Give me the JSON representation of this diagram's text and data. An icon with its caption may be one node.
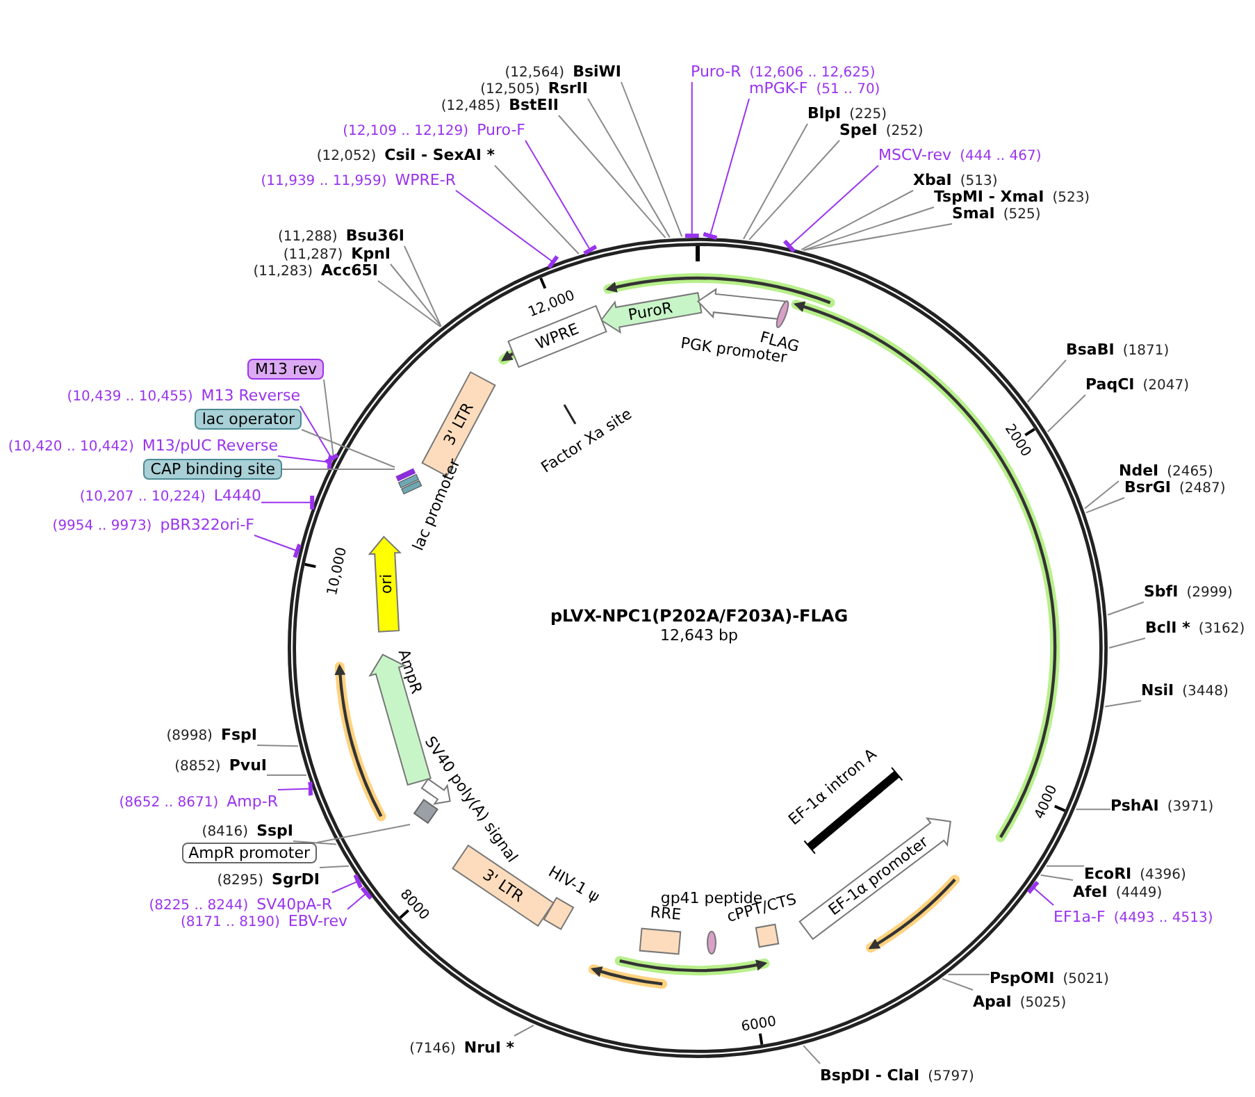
{
  "diagram": {
    "title": "pLVX-NPC1(P202A/F203A)-FLAG",
    "nodes": [
      {
        "text": [
          "BsiWI"
        ],
        "beside": [
          "(12,564)"
        ]
      },
      {
        "text": [
          "RsrII"
        ],
        "beside": [
          "(12,505)"
        ]
      },
      {
        "text": [
          "BstEII"
        ],
        "beside": [
          "(12,485)"
        ]
      },
      {
        "text": [
          "Puro-F"
        ],
        "beside": [
          "(12,109 .. 12,129)"
        ]
      },
      {
        "text": [
          "CsiI  - SexAI *"
        ],
        "beside": [
          "(12,052)"
        ]
      },
      {
        "text": [
          "WPRE-R"
        ],
        "beside": [
          "(11,939 .. 11,959)"
        ]
      },
      {
        "text": [
          "Bsu36I"
        ],
        "beside": [
          "(11,288)"
        ]
      },
      {
        "text": [
          "KpnI"
        ],
        "beside": [
          "(11,287)"
        ]
      },
      {
        "text": [
          "Acc65I"
        ],
        "beside": [
          "(11,283)"
        ]
      },
      {
        "text": [
          "M13 rev"
        ]
      },
      {
        "text": [
          "M13 Reverse"
        ],
        "beside": [
          "(10,439 .. 10,455)"
        ]
      },
      {
        "text": [
          "lac operator"
        ]
      },
      {
        "text": [
          "M13/pUC Reverse"
        ],
        "beside": [
          "(10,420 .. 10,442)"
        ]
      },
      {
        "text": [
          "CAP binding site"
        ]
      },
      {
        "text": [
          "L4440"
        ],
        "beside": [
          "(10,207 .. 10,224)"
        ]
      },
      {
        "text": [
          "pBR322ori-F"
        ],
        "beside": [
          "(9954 .. 9973)"
        ]
      },
      {
        "text": [
          "FspI"
        ],
        "beside": [
          "(8998)"
        ]
      },
      {
        "text": [
          "PvuI"
        ],
        "beside": [
          "(8852)"
        ]
      },
      {
        "text": [
          "Amp-R"
        ],
        "beside": [
          "(8652 .. 8671)"
        ]
      },
      {
        "text": [
          "SspI"
        ],
        "beside": [
          "(8416)"
        ]
      },
      {
        "text": [
          "AmpR promoter"
        ]
      },
      {
        "text": [
          "SgrDI"
        ],
        "beside": [
          "(8295)"
        ]
      },
      {
        "text": [
          "SV40pA-R"
        ],
        "beside": [
          "(8225 .. 8244)"
        ]
      },
      {
        "text": [
          "EBV-rev"
        ],
        "beside": [
          "(8171 .. 8190)"
        ]
      },
      {
        "text": [
          "NruI *"
        ],
        "beside": [
          "(7146)"
        ]
      },
      {
        "text": [
          "BspDI  - ClaI"
        ],
        "beside": [
          "(5797)"
        ]
      },
      {
        "text": [
          "PspOMI"
        ],
        "beside": [
          "(5021)"
        ]
      },
      {
        "text": [
          "ApaI"
        ],
        "beside": [
          "(5025)"
        ]
      },
      {
        "text": [
          "EF1a-F"
        ],
        "beside": [
          "(4493 .. 4513)"
        ]
      },
      {
        "text": [
          "AfeI"
        ],
        "beside": [
          "(4449)"
        ]
      },
      {
        "text": [
          "EcoRI"
        ],
        "beside": [
          "(4396)"
        ]
      },
      {
        "text": [
          "PshAI"
        ],
        "beside": [
          "(3971)"
        ]
      },
      {
        "text": [
          "NsiI"
        ],
        "beside": [
          "(3448)"
        ]
      },
      {
        "text": [
          "BclI *"
        ],
        "beside": [
          "(3162)"
        ]
      },
      {
        "text": [
          "SbfI"
        ],
        "beside": [
          "(2999)"
        ]
      },
      {
        "text": [
          "BsrGI"
        ],
        "beside": [
          "(2487)"
        ]
      },
      {
        "text": [
          "NdeI"
        ],
        "beside": [
          "(2465)"
        ]
      },
      {
        "text": [
          "PaqCI"
        ],
        "beside": [
          "(2047)"
        ]
      },
      {
        "text": [
          "BsaBI"
        ],
        "beside": [
          "(1871)"
        ]
      },
      {
        "text": [
          "SmaI"
        ],
        "beside": [
          "(525)"
        ]
      },
      {
        "text": [
          "TspMI  - XmaI"
        ],
        "beside": [
          "(523)"
        ]
      },
      {
        "text": [
          "XbaI"
        ],
        "beside": [
          "(513)"
        ]
      },
      {
        "text": [
          "MSCV-rev"
        ],
        "beside": [
          "(444 .. 467)"
        ]
      },
      {
        "text": [
          "SpeI"
        ],
        "beside": [
          "(252)"
        ]
      },
      {
        "text": [
          "BlpI"
        ],
        "beside": [
          "(225)"
        ]
      },
      {
        "text": [
          "mPGK-F"
        ],
        "beside": [
          "(51 .. 70)"
        ]
      },
      {
        "text": [
          "Puro-R"
        ],
        "beside": [
          "(12,606 .. 12,625)"
        ]
      },
      {
        "text": [
          "PuroR"
        ]
      },
      {
        "text": [
          "PGK promoter"
        ]
      },
      {
        "text": [
          "FLAG"
        ]
      },
      {
        "text": [
          "WPRE"
        ]
      },
      {
        "text": [
          "3' LTR"
        ]
      },
      {
        "text": [
          "lac promoter"
        ]
      },
      {
        "text": [
          "Factor Xa site"
        ]
      },
      {
        "text": [
          "ori"
        ]
      },
      {
        "text": [
          "AmpR"
        ]
      },
      {
        "text": [
          "SV40 poly(A) signal"
        ]
      },
      {
        "text": [
          "3' LTR"
        ]
      },
      {
        "text": [
          "HIV-1 ψ"
        ]
      },
      {
        "text": [
          "RRE"
        ]
      },
      {
        "text": [
          "gp41 peptide"
        ]
      },
      {
        "text": [
          "cPPT/CTS"
        ]
      },
      {
        "text": [
          "EF-1α promoter"
        ]
      },
      {
        "text": [
          "EF-1α intron A"
        ]
      }
    ],
    "edges": [
      {
        "from": 0,
        "to": null,
        "arrow": "none"
      },
      {
        "from": 1,
        "to": null,
        "arrow": "none"
      },
      {
        "from": 2,
        "to": null,
        "arrow": "none"
      },
      {
        "from": 3,
        "to": null,
        "arrow": "other",
        "color": "#9933ee"
      },
      {
        "from": 4,
        "to": null,
        "arrow": "none"
      },
      {
        "from": 5,
        "to": null,
        "arrow": "other",
        "color": "#9933ee"
      },
      {
        "from": 6,
        "to": null,
        "arrow": "none"
      },
      {
        "from": 7,
        "to": null,
        "arrow": "none"
      },
      {
        "from": 8,
        "to": null,
        "arrow": "none"
      },
      {
        "from": 9,
        "to": null,
        "arrow": "none"
      },
      {
        "from": 10,
        "to": null,
        "arrow": "other",
        "color": "#9933ee"
      },
      {
        "from": 11,
        "to": 52,
        "arrow": "none"
      },
      {
        "from": 12,
        "to": null,
        "arrow": "other",
        "color": "#9933ee"
      },
      {
        "from": 13,
        "to": 52,
        "arrow": "none"
      },
      {
        "from": 14,
        "to": null,
        "arrow": "other",
        "color": "#9933ee"
      },
      {
        "from": 15,
        "to": null,
        "arrow": "other",
        "color": "#9933ee"
      },
      {
        "from": 16,
        "to": null,
        "arrow": "none"
      },
      {
        "from": 17,
        "to": null,
        "arrow": "none"
      },
      {
        "from": 18,
        "to": null,
        "arrow": "other",
        "color": "#9933ee"
      },
      {
        "from": 19,
        "to": null,
        "arrow": "none"
      },
      {
        "from": 20,
        "to": 56,
        "arrow": "none"
      },
      {
        "from": 21,
        "to": null,
        "arrow": "none"
      },
      {
        "from": 22,
        "to": null,
        "arrow": "other",
        "color": "#9933ee"
      },
      {
        "from": 23,
        "to": null,
        "arrow": "other",
        "color": "#9933ee"
      },
      {
        "from": 24,
        "to": null,
        "arrow": "none"
      },
      {
        "from": 25,
        "to": null,
        "arrow": "none"
      },
      {
        "from": 26,
        "to": null,
        "arrow": "none"
      },
      {
        "from": 27,
        "to": null,
        "arrow": "none"
      },
      {
        "from": 28,
        "to": null,
        "arrow": "other",
        "color": "#9933ee"
      },
      {
        "from": 29,
        "to": null,
        "arrow": "none"
      },
      {
        "from": 30,
        "to": null,
        "arrow": "none"
      },
      {
        "from": 31,
        "to": null,
        "arrow": "none"
      },
      {
        "from": 32,
        "to": null,
        "arrow": "none"
      },
      {
        "from": 33,
        "to": null,
        "arrow": "none"
      },
      {
        "from": 34,
        "to": null,
        "arrow": "none"
      },
      {
        "from": 35,
        "to": null,
        "arrow": "none"
      },
      {
        "from": 36,
        "to": null,
        "arrow": "none"
      },
      {
        "from": 37,
        "to": null,
        "arrow": "none"
      },
      {
        "from": 38,
        "to": null,
        "arrow": "none"
      },
      {
        "from": 39,
        "to": null,
        "arrow": "none"
      },
      {
        "from": 40,
        "to": null,
        "arrow": "none"
      },
      {
        "from": 41,
        "to": null,
        "arrow": "none"
      },
      {
        "from": 42,
        "to": null,
        "arrow": "other",
        "color": "#9933ee"
      },
      {
        "from": 43,
        "to": null,
        "arrow": "none"
      },
      {
        "from": 44,
        "to": null,
        "arrow": "none"
      },
      {
        "from": 45,
        "to": null,
        "arrow": "other",
        "color": "#9933ee"
      },
      {
        "from": 46,
        "to": null,
        "arrow": "other",
        "color": "#9933ee"
      }
    ],
    "labels": [
      "12,643 bp",
      "12,000",
      "2000",
      "4000",
      "6000",
      "8000",
      "10,000"
    ]
  }
}
